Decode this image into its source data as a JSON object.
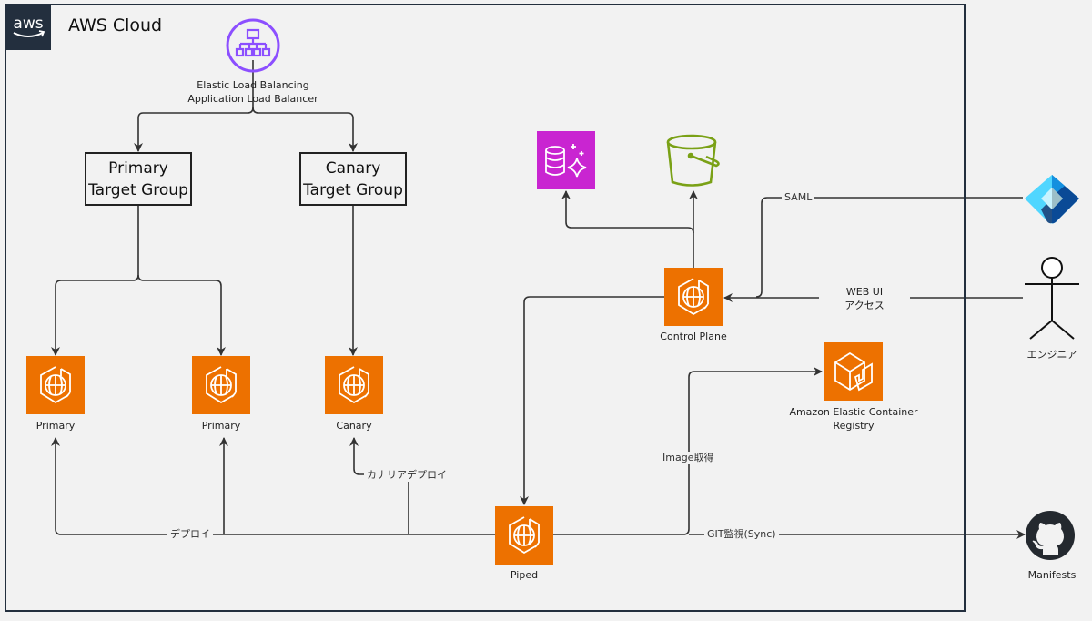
{
  "cloud": {
    "title": "AWS Cloud",
    "logo_icon": "aws-logo-icon"
  },
  "colors": {
    "aws_dark": "#232f3e",
    "compute_orange": "#ed7100",
    "elb_purple": "#8c4fff",
    "db_magenta": "#c925d1",
    "s3_green": "#7aa116",
    "entra_blue": "#50e6ff",
    "line": "#333333",
    "background": "#f2f2f2"
  },
  "nodes": {
    "alb": {
      "line1": "Elastic Load Balancing",
      "line2": "Application Load Balancer",
      "icon": "load-balancer-icon"
    },
    "primary_tg": {
      "line1": "Primary",
      "line2": "Target Group"
    },
    "canary_tg": {
      "line1": "Canary",
      "line2": "Target Group"
    },
    "primary_1": {
      "label": "Primary",
      "icon": "app-runner-icon"
    },
    "primary_2": {
      "label": "Primary",
      "icon": "app-runner-icon"
    },
    "canary": {
      "label": "Canary",
      "icon": "app-runner-icon"
    },
    "database": {
      "icon": "aurora-database-icon"
    },
    "bucket": {
      "icon": "s3-bucket-icon"
    },
    "control_plane": {
      "label": "Control Plane",
      "icon": "app-runner-icon"
    },
    "ecr": {
      "line1": "Amazon Elastic Container",
      "line2": "Registry",
      "icon": "container-registry-icon"
    },
    "piped": {
      "label": "Piped",
      "icon": "app-runner-icon"
    },
    "entra_id": {
      "icon": "entra-id-icon"
    },
    "engineer": {
      "label": "エンジニア",
      "icon": "person-icon"
    },
    "manifests": {
      "label": "Manifests",
      "icon": "github-icon"
    }
  },
  "edges": {
    "saml": "SAML",
    "webui_line1": "WEB UI",
    "webui_line2": "アクセス",
    "image_fetch": "Image取得",
    "canary_deploy": "カナリアデプロイ",
    "deploy": "デプロイ",
    "git_sync": "GIT監視(Sync)"
  }
}
